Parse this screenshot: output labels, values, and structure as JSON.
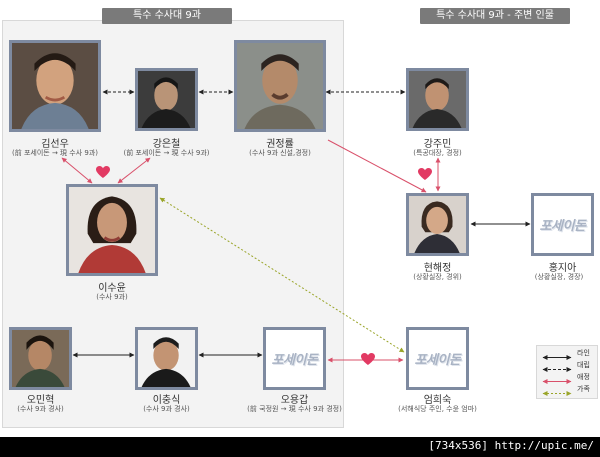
{
  "sections": {
    "main": "특수 수사대 9과",
    "peripheral": "특수 수사대 9과 - 주변 인물"
  },
  "people": {
    "kim_sunwoo": {
      "name": "김선우",
      "role": "(前 포세이돈 → 現 수사 9과)"
    },
    "kang_eunchul": {
      "name": "강은철",
      "role": "(前 포세이돈 → 現 수사 9과)"
    },
    "kwon_jungryul": {
      "name": "권정률",
      "role": "(수사 9과 신설,경정)"
    },
    "kang_jumin": {
      "name": "강주민",
      "role": "(특공대장, 경정)"
    },
    "lee_suyun": {
      "name": "이수윤",
      "role": "(수사 9과)"
    },
    "hyun_haejung": {
      "name": "현해정",
      "role": "(상황실장, 경위)"
    },
    "hong_jia": {
      "name": "홍지아",
      "role": "(상황실장, 경장)"
    },
    "oh_minhyuk": {
      "name": "오민혁",
      "role": "(수사 9과 경사)"
    },
    "lee_chungsik": {
      "name": "이충식",
      "role": "(수사 9과 경사)"
    },
    "oh_yonggap": {
      "name": "오용갑",
      "role": "(前 국정원 → 現 수사 9과 경정)"
    },
    "eom_heesuk": {
      "name": "엄희숙",
      "role": "(서해식당 주인, 수윤 엄마)"
    }
  },
  "logo_text": "포세이돈",
  "legend": {
    "line": "라인",
    "rival": "대립",
    "love": "애정",
    "family": "가족"
  },
  "colors": {
    "frame": "#7e8aa0",
    "love": "#d9506a",
    "family": "#b8c23a",
    "line": "#222222"
  },
  "footer": "[734x536] http://upic.me/"
}
